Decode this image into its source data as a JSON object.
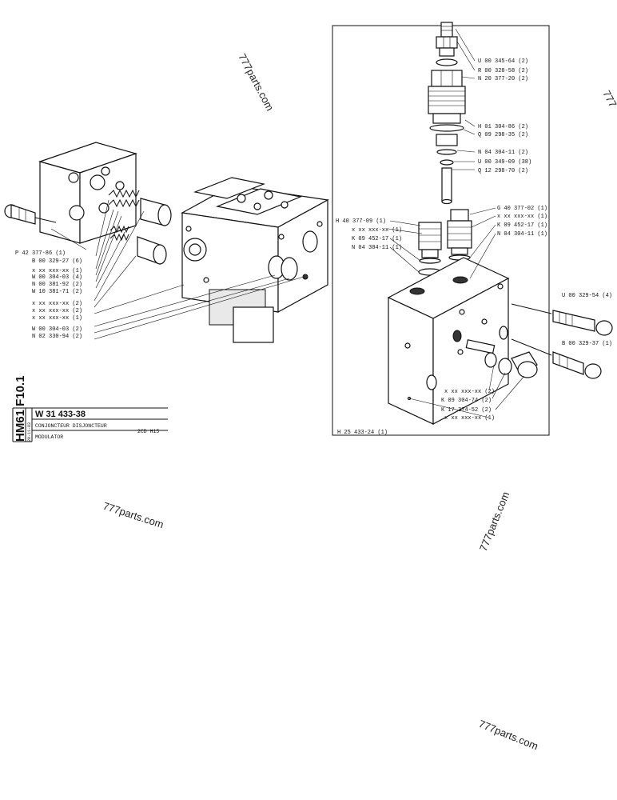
{
  "left_callouts": [
    "P 42 377-86 (1)",
    "B 00 329-27 (6)",
    "x xx xxx-xx (1)",
    "W 00 304-03 (4)",
    "N 00 381-92 (2)",
    "W 10 381-71 (2)",
    "x xx xxx-xx (2)",
    "x xx xxx-xx (2)",
    "x xx xxx-xx (1)",
    "W 00 304-03 (2)",
    "N 02 330-94 (2)"
  ],
  "stack_callouts": [
    "U 00 345-64 (2)",
    "R 00 328-58 (2)",
    "N 20 377-20 (2)",
    "H 01 304-86 (2)",
    "Q 09 298-35 (2)",
    "N 04 304-11 (2)",
    "U 00 349-09 (38)",
    "Q 12 298-70 (2)"
  ],
  "left_valve_callouts": [
    "H 40 377-09 (1)",
    "x xx xxx-xx (1)",
    "K 09 452-17 (1)",
    "N 04 304-11 (1)"
  ],
  "right_valve_callouts": [
    "G 40 377-02 (1)",
    "x xx xxx-xx (1)",
    "K 09 452-17 (1)",
    "N 04 304-11 (1)"
  ],
  "bolt_callouts": [
    "U 00 329-54 (4)",
    "B 00 329-37 (1)"
  ],
  "plug_callouts": [
    "x xx xxx-xx (2)",
    "K 09 304-74 (2)",
    "K 17 374-52 (2)",
    "x xx xxx-xx (1)"
  ],
  "block_callout": "H 25 433-24 (1)",
  "title_block": {
    "page_code": "HM61 F10.1",
    "drawing_number": "W 31 433-38",
    "date": "28-11-83",
    "name_fr": "CONJONCTEUR DISJONCTEUR",
    "name_en": "MODULATOR",
    "model": "2CD H15"
  },
  "watermarks": [
    "777parts.com",
    "777parts.com",
    "777parts.com",
    "777parts.com",
    "777"
  ]
}
